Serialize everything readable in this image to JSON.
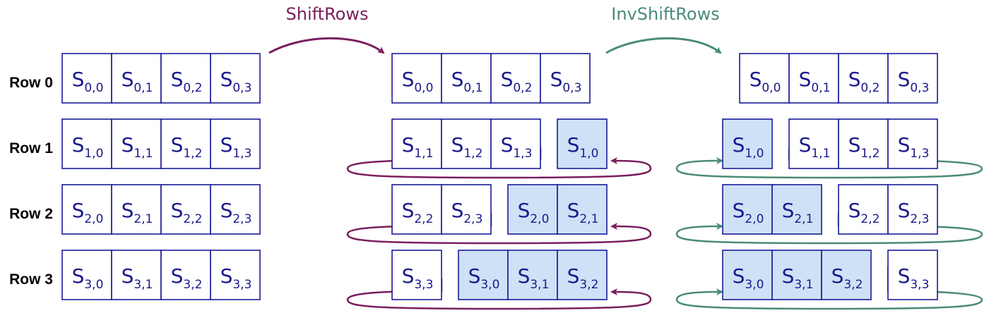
{
  "headers": {
    "shift": "ShiftRows",
    "inv_shift": "InvShiftRows"
  },
  "row_labels": [
    "Row 0",
    "Row 1",
    "Row 2",
    "Row 3"
  ],
  "colors": {
    "cell_border": "#1a1a9a",
    "cell_text": "#1a1a8c",
    "highlight_fill": "#cfe1f6",
    "shift_arrow": "#7a1f5e",
    "inv_shift_arrow": "#4a8a7c"
  },
  "grids": {
    "original": [
      [
        {
          "r": "0",
          "c": "0",
          "hl": false
        },
        {
          "r": "0",
          "c": "1",
          "hl": false
        },
        {
          "r": "0",
          "c": "2",
          "hl": false
        },
        {
          "r": "0",
          "c": "3",
          "hl": false
        }
      ],
      [
        {
          "r": "1",
          "c": "0",
          "hl": false
        },
        {
          "r": "1",
          "c": "1",
          "hl": false
        },
        {
          "r": "1",
          "c": "2",
          "hl": false
        },
        {
          "r": "1",
          "c": "3",
          "hl": false
        }
      ],
      [
        {
          "r": "2",
          "c": "0",
          "hl": false
        },
        {
          "r": "2",
          "c": "1",
          "hl": false
        },
        {
          "r": "2",
          "c": "2",
          "hl": false
        },
        {
          "r": "2",
          "c": "3",
          "hl": false
        }
      ],
      [
        {
          "r": "3",
          "c": "0",
          "hl": false
        },
        {
          "r": "3",
          "c": "1",
          "hl": false
        },
        {
          "r": "3",
          "c": "2",
          "hl": false
        },
        {
          "r": "3",
          "c": "3",
          "hl": false
        }
      ]
    ],
    "shifted": [
      [
        {
          "r": "0",
          "c": "0",
          "hl": false
        },
        {
          "r": "0",
          "c": "1",
          "hl": false
        },
        {
          "r": "0",
          "c": "2",
          "hl": false
        },
        {
          "r": "0",
          "c": "3",
          "hl": false
        }
      ],
      [
        {
          "r": "1",
          "c": "1",
          "hl": false
        },
        {
          "r": "1",
          "c": "2",
          "hl": false
        },
        {
          "r": "1",
          "c": "3",
          "hl": false
        },
        {
          "r": "1",
          "c": "0",
          "hl": true
        }
      ],
      [
        {
          "r": "2",
          "c": "2",
          "hl": false
        },
        {
          "r": "2",
          "c": "3",
          "hl": false
        },
        {
          "r": "2",
          "c": "0",
          "hl": true
        },
        {
          "r": "2",
          "c": "1",
          "hl": true
        }
      ],
      [
        {
          "r": "3",
          "c": "3",
          "hl": false
        },
        {
          "r": "3",
          "c": "0",
          "hl": true
        },
        {
          "r": "3",
          "c": "1",
          "hl": true
        },
        {
          "r": "3",
          "c": "2",
          "hl": true
        }
      ]
    ],
    "inv_shifted": [
      [
        {
          "r": "0",
          "c": "0",
          "hl": false
        },
        {
          "r": "0",
          "c": "1",
          "hl": false
        },
        {
          "r": "0",
          "c": "2",
          "hl": false
        },
        {
          "r": "0",
          "c": "3",
          "hl": false
        }
      ],
      [
        {
          "r": "1",
          "c": "0",
          "hl": true
        },
        {
          "r": "1",
          "c": "1",
          "hl": false
        },
        {
          "r": "1",
          "c": "2",
          "hl": false
        },
        {
          "r": "1",
          "c": "3",
          "hl": false
        }
      ],
      [
        {
          "r": "2",
          "c": "0",
          "hl": true
        },
        {
          "r": "2",
          "c": "1",
          "hl": true
        },
        {
          "r": "2",
          "c": "2",
          "hl": false
        },
        {
          "r": "2",
          "c": "3",
          "hl": false
        }
      ],
      [
        {
          "r": "3",
          "c": "0",
          "hl": true
        },
        {
          "r": "3",
          "c": "1",
          "hl": true
        },
        {
          "r": "3",
          "c": "2",
          "hl": true
        },
        {
          "r": "3",
          "c": "3",
          "hl": false
        }
      ]
    ]
  }
}
